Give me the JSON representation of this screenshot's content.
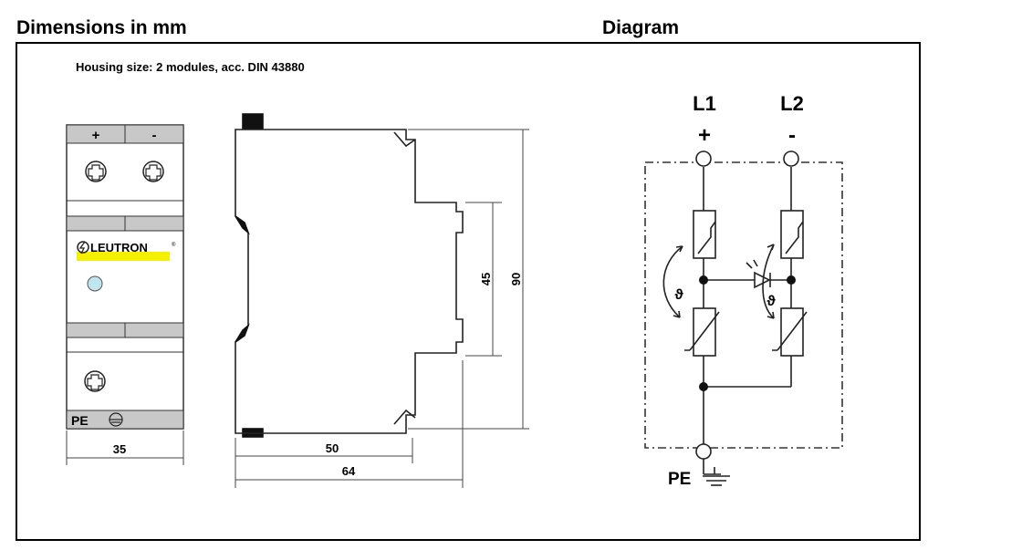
{
  "headers": {
    "left": "Dimensions in mm",
    "right": "Diagram"
  },
  "housing_note": "Housing size:  2 modules, acc. DIN 43880",
  "front_view": {
    "terminal_plus": "+",
    "terminal_minus": "-",
    "brand": "LEUTRON",
    "registered": "®",
    "pe_label": "PE",
    "width_dim": "35"
  },
  "side_view": {
    "dim_height_total": "90",
    "dim_height_mid": "45",
    "dim_depth_inner": "50",
    "dim_depth_total": "64"
  },
  "schematic": {
    "l1": "L1",
    "l2": "L2",
    "plus": "+",
    "minus": "-",
    "pe": "PE",
    "theta": "ϑ"
  },
  "colors": {
    "brand_bar": "#f5f000",
    "led": "#bfe6ee",
    "band": "#c8c8c8"
  }
}
